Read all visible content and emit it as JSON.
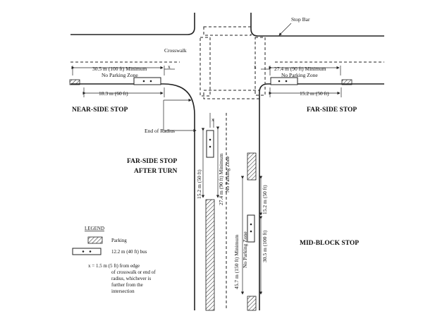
{
  "labels": {
    "stop_bar": "Stop Bar",
    "crosswalk": "Crosswalk",
    "near_side_min": "30.5 m (100 ft) Minimum",
    "near_side_zone": "No Parking Zone",
    "near_side_bus": "18.3 m (60 ft)",
    "near_side_stop": "NEAR-SIDE STOP",
    "far_side_min": "27.4 m (90 ft) Minimum",
    "far_side_zone": "No Parking Zone",
    "far_side_bus": "15.2 m (50 ft)",
    "far_side_stop": "FAR-SIDE STOP",
    "end_of_radius": "End of Radius",
    "after_turn_line1": "FAR-SIDE STOP",
    "after_turn_line2": "AFTER TURN",
    "turn_bus": "15.2 m (50 ft)",
    "turn_min": "27.4 m (90 ft) Minimum",
    "turn_zone": "No Parking Zone",
    "mid_block_stop": "MID-BLOCK STOP",
    "mid_min": "45.7 m (150 ft) Minimum",
    "mid_zone": "No Parking Zone",
    "mid_top": "15.2 m (50 ft)",
    "mid_bottom": "30.5 m (100 ft)",
    "x": "x"
  },
  "legend": {
    "title": "LEGEND",
    "parking": "Parking",
    "bus": "12.2 m (40 ft) bus",
    "x_line1": "x  =  1.5 m (5 ft) from edge",
    "x_line2": "of crosswalk or end of",
    "x_line3": "radius, whichever is",
    "x_line4": "further from the",
    "x_line5": "intersection"
  }
}
